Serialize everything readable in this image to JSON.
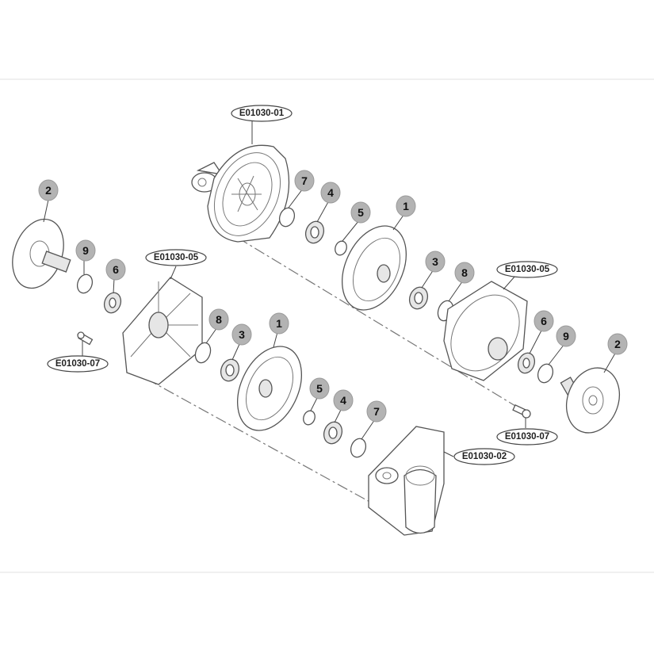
{
  "diagram": {
    "title": "Exploded parts diagram",
    "colors": {
      "callout_fill": "#b3b3b3",
      "line": "#555555"
    },
    "upper_assembly": {
      "housing_ref": "E01030-01",
      "plate_ref": "E01030-05",
      "bolt_ref": "E01030-07",
      "callouts": [
        "7",
        "4",
        "5",
        "1",
        "3",
        "8",
        "6",
        "9",
        "2"
      ]
    },
    "lower_assembly": {
      "housing_ref": "E01030-02",
      "plate_ref": "E01030-05",
      "bolt_ref": "E01030-07",
      "callouts": [
        "2",
        "9",
        "6",
        "8",
        "3",
        "1",
        "5",
        "4",
        "7"
      ]
    }
  }
}
